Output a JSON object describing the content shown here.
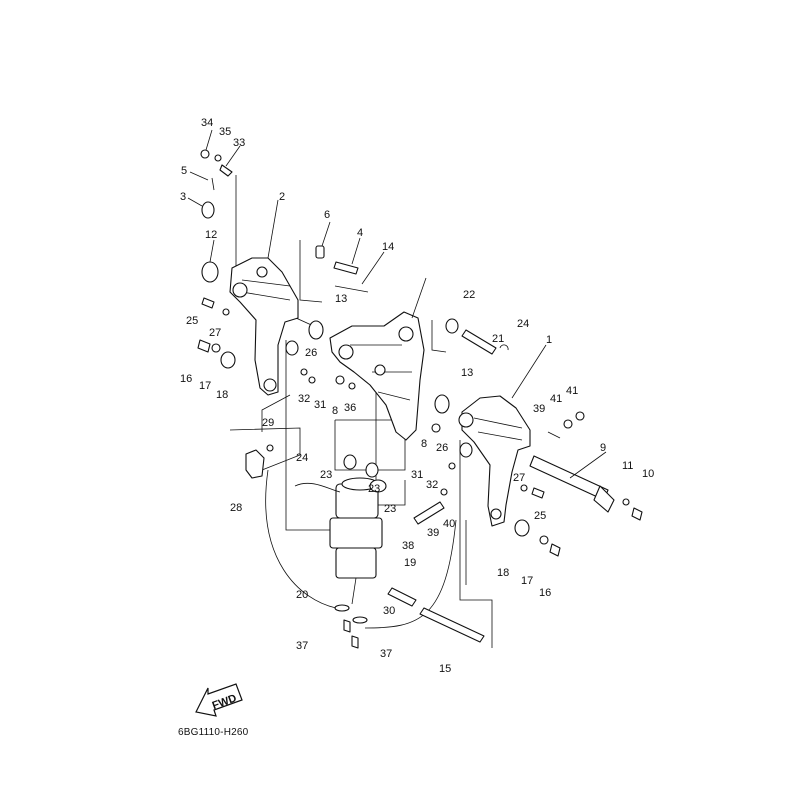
{
  "diagram_code": "6BG1110-H260",
  "fwd_label": "FWD",
  "callouts": [
    "1",
    "2",
    "3",
    "4",
    "5",
    "6",
    "8",
    "8",
    "9",
    "10",
    "11",
    "12",
    "13",
    "13",
    "14",
    "15",
    "16",
    "16",
    "17",
    "17",
    "18",
    "18",
    "19",
    "20",
    "21",
    "22",
    "23",
    "23",
    "23",
    "24",
    "24",
    "25",
    "25",
    "26",
    "26",
    "27",
    "27",
    "28",
    "29",
    "30",
    "31",
    "31",
    "32",
    "32",
    "33",
    "34",
    "35",
    "36",
    "37",
    "37",
    "38",
    "39",
    "39",
    "40",
    "41",
    "41"
  ]
}
